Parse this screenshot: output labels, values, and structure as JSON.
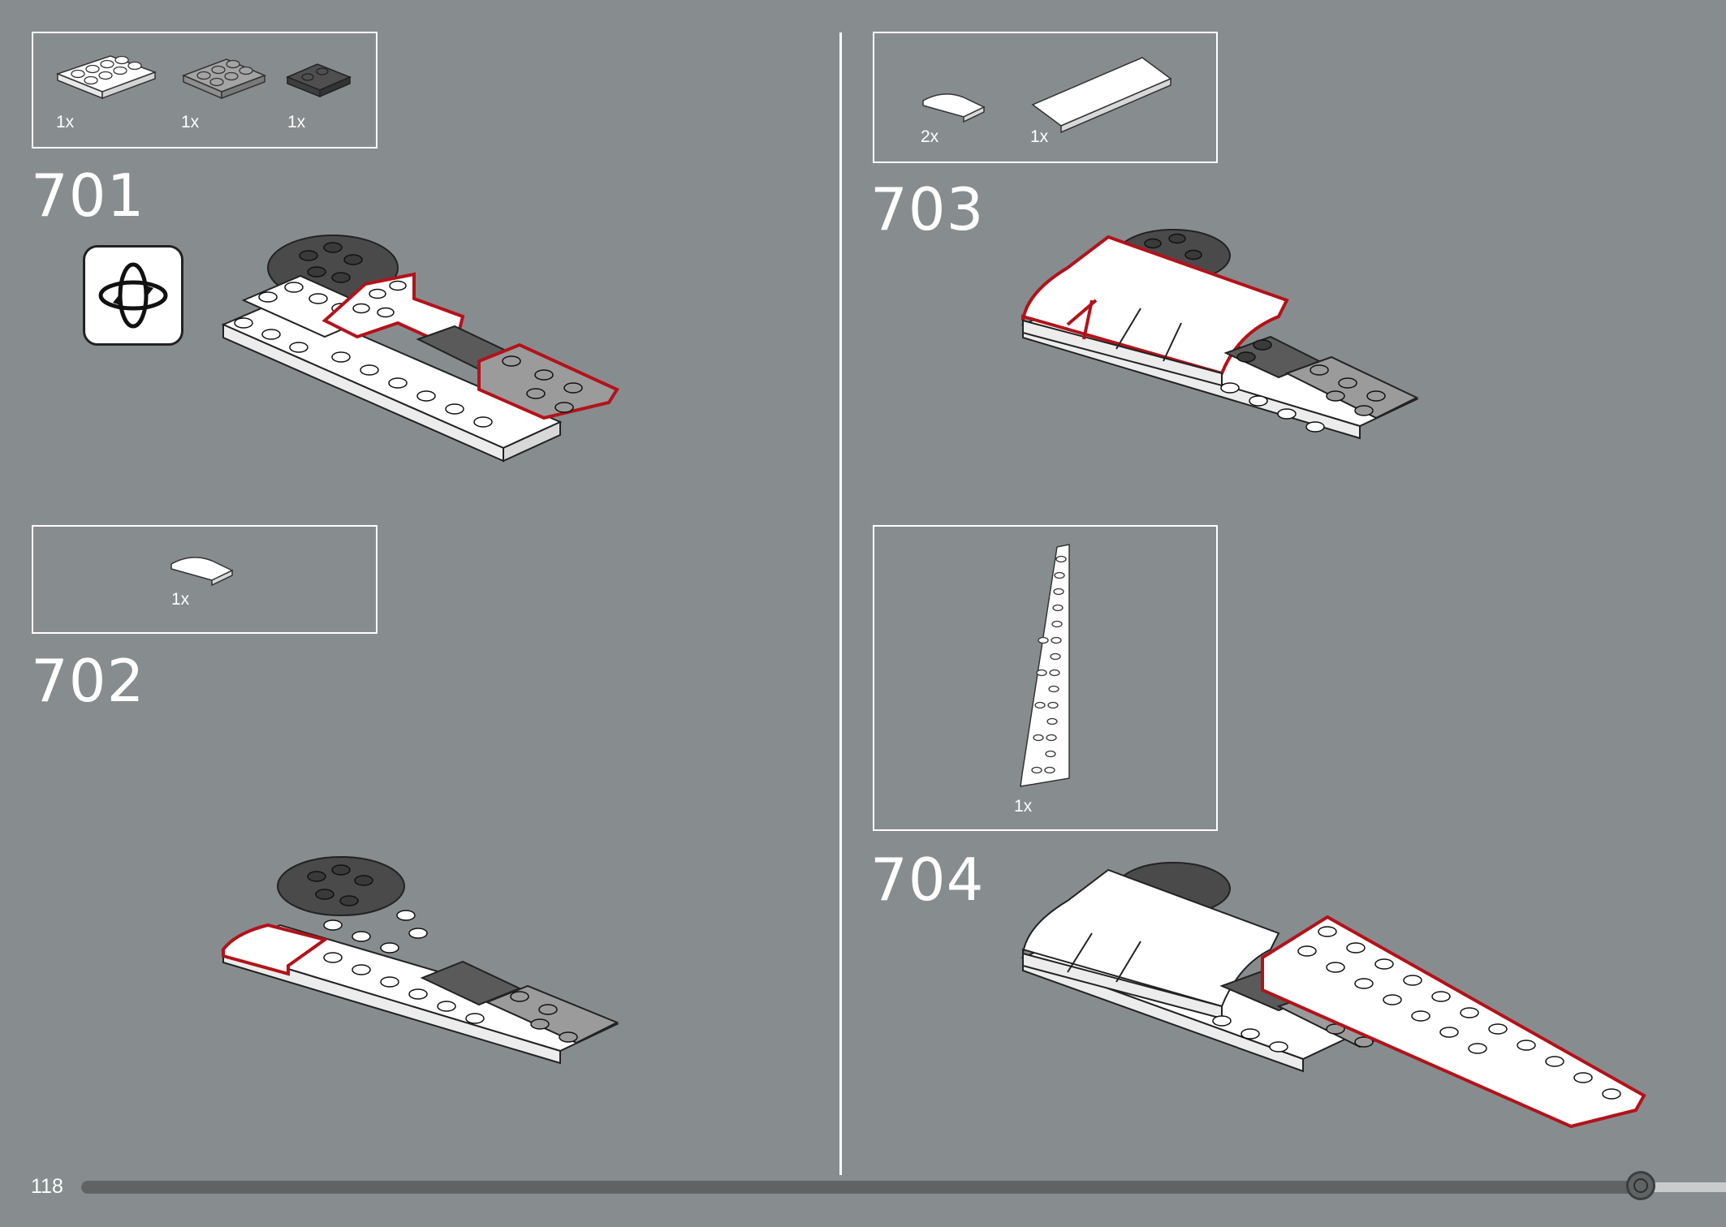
{
  "page": {
    "number": "118",
    "progress_fraction": 0.985
  },
  "steps": [
    {
      "number": "701",
      "parts": [
        {
          "name": "white-plate-2x4",
          "qty": "1x"
        },
        {
          "name": "grey-plate-2x3",
          "qty": "1x"
        },
        {
          "name": "dark-grey-tile-2x2",
          "qty": "1x"
        }
      ],
      "rotate_icon": "rotate-model-icon"
    },
    {
      "number": "702",
      "parts": [
        {
          "name": "white-curved-slope",
          "qty": "1x"
        }
      ]
    },
    {
      "number": "703",
      "parts": [
        {
          "name": "white-curved-slope",
          "qty": "2x"
        },
        {
          "name": "white-tile-long",
          "qty": "1x"
        }
      ]
    },
    {
      "number": "704",
      "parts": [
        {
          "name": "white-wedge-plate",
          "qty": "1x"
        }
      ]
    }
  ],
  "colors": {
    "background": "#878d8e",
    "highlight": "#b3121b",
    "brick_white": "#ffffff",
    "brick_grey": "#9b9b9b",
    "brick_dark": "#4f4f4f"
  }
}
